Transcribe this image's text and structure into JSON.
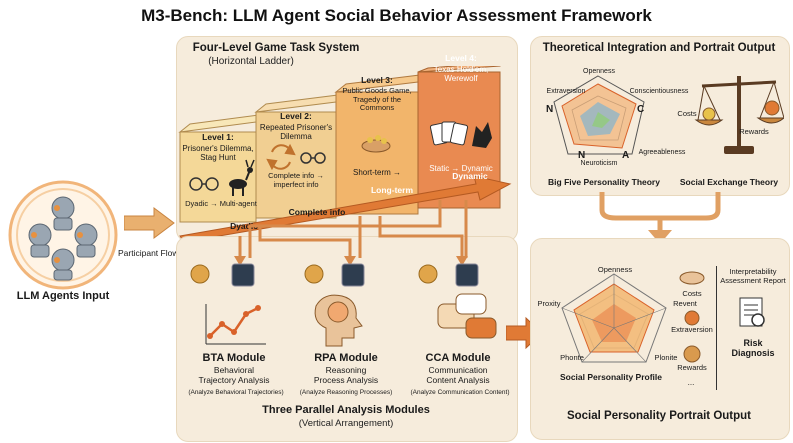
{
  "title": "M3-Bench: LLM Agent Social Behavior Assessment Framework",
  "input": {
    "label": "LLM Agents Input",
    "flow_label": "Participant Flow"
  },
  "game_system": {
    "title": "Four-Level Game Task System",
    "subtitle": "(Horizontal Ladder)",
    "levels": [
      {
        "heading": "Level 1:",
        "name": "Prisoner's Dilemma, Stag Hunt",
        "tag": "Dyadic → Multi-agent"
      },
      {
        "heading": "Level 2:",
        "name": "Repeated Prisoner's Dilemma",
        "tag": "Complete info → imperfect info"
      },
      {
        "heading": "Level 3:",
        "name": "Public Goods Game, Tragedy of the Commons",
        "tag": "Short-term →"
      },
      {
        "heading": "Level 4:",
        "name": "Texas Hold'em, Werewolf",
        "tag": "Static → Dynamic"
      }
    ],
    "arrow_labels": [
      "Dyadic",
      "Complete info",
      "Long-term",
      "Dynamic"
    ]
  },
  "modules": {
    "title": "Three Parallel Analysis Modules",
    "subtitle": "(Vertical Arrangement)",
    "items": [
      {
        "name": "BTA Module",
        "desc": "Behavioral Trajectory Analysis",
        "note": "(Analyze Behavioral Trajectories)"
      },
      {
        "name": "RPA Module",
        "desc": "Reasoning Process Analysis",
        "note": "(Analyze Reasoning Processes)"
      },
      {
        "name": "CCA Module",
        "desc": "Communication Content Analysis",
        "note": "(Analyze Communication Content)"
      }
    ]
  },
  "theory": {
    "title": "Theoretical Integration and Portrait Output",
    "big_five": {
      "caption": "Big Five Personality Theory",
      "traits": [
        "Openness",
        "Conscientiousness",
        "Agreeableness",
        "Neuroticism",
        "Extraversion"
      ],
      "letters": [
        "N",
        "C",
        "N",
        "A"
      ]
    },
    "exchange": {
      "caption": "Social Exchange Theory",
      "labels": [
        "Costs",
        "Rewards"
      ]
    }
  },
  "portrait": {
    "title": "Social Personality Portrait Output",
    "profile": {
      "caption": "Social Personality Profile",
      "axes": [
        "Openness",
        "Revent",
        "Plonite",
        "Phonte",
        "Proxity"
      ]
    },
    "side": [
      "Costs",
      "Extraversion",
      "Rewards",
      "..."
    ],
    "report": {
      "title": "Interpretability Assessment Report",
      "risk": "Risk Diagnosis"
    }
  },
  "colors": {
    "panel": "#f6ecdc",
    "arrow": "#e07a35",
    "accent": "#d9622a"
  }
}
